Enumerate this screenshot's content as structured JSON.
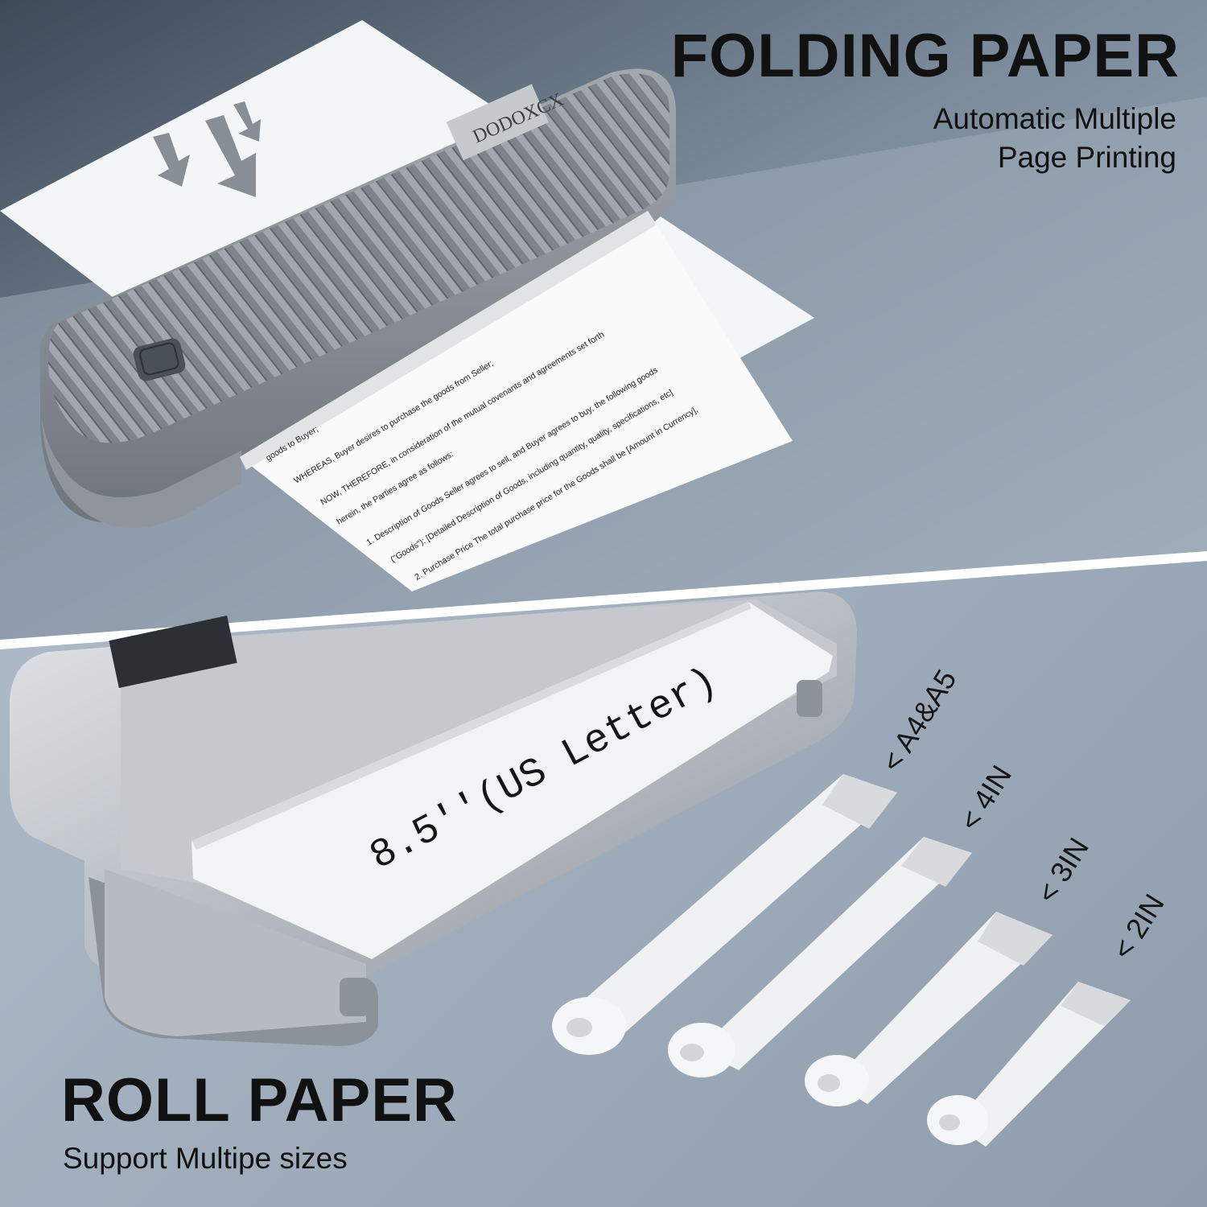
{
  "folding": {
    "title": "FOLDING PAPER",
    "subtitle_line1": "Automatic Multiple",
    "subtitle_line2": "Page Printing"
  },
  "printer_top": {
    "brand": "DODOXCX",
    "document_lines": [
      "goods to Buyer;",
      "WHEREAS, Buyer desires to purchase the goods from Seller;",
      "NOW, THEREFORE, in consideration of the mutual covenants and agreements set forth",
      "herein, the Parties agree as follows:",
      "1. Description of Goods Seller agrees to sell, and Buyer agrees to buy, the following goods",
      "(\"Goods\"): [Detailed Description of Goods, including quantity, quality, specifications, etc]",
      "2. Purchase Price The total purchase price for the Goods shall be [Amount in Currency],"
    ]
  },
  "roll": {
    "title": "ROLL PAPER",
    "subtitle": "Support Multipe sizes",
    "paper_label": "8.5''(US Letter)",
    "sizes": [
      "< A4&A5",
      "< 4IN",
      "< 3IN",
      "< 2IN"
    ]
  }
}
